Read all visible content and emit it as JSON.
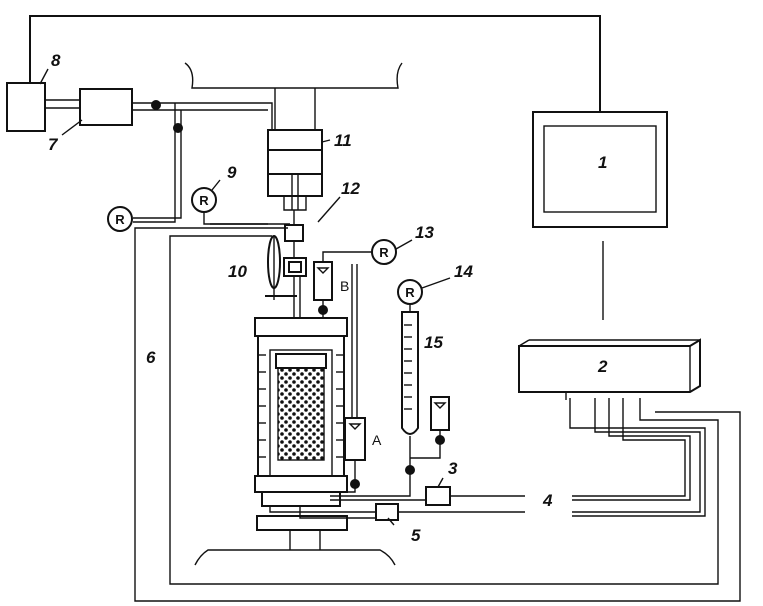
{
  "callouts": {
    "n1": "1",
    "n2": "2",
    "n3": "3",
    "n4": "4",
    "n5": "5",
    "n6": "6",
    "n7": "7",
    "n8": "8",
    "n9": "9",
    "n10": "10",
    "n11": "11",
    "n12": "12",
    "n13": "13",
    "n14": "14",
    "n15": "15"
  },
  "letters": {
    "flowmeter_a": "A",
    "flowmeter_b": "B"
  },
  "gauges": {
    "g9": "R",
    "g_left": "R",
    "g13": "R",
    "g14": "R"
  }
}
